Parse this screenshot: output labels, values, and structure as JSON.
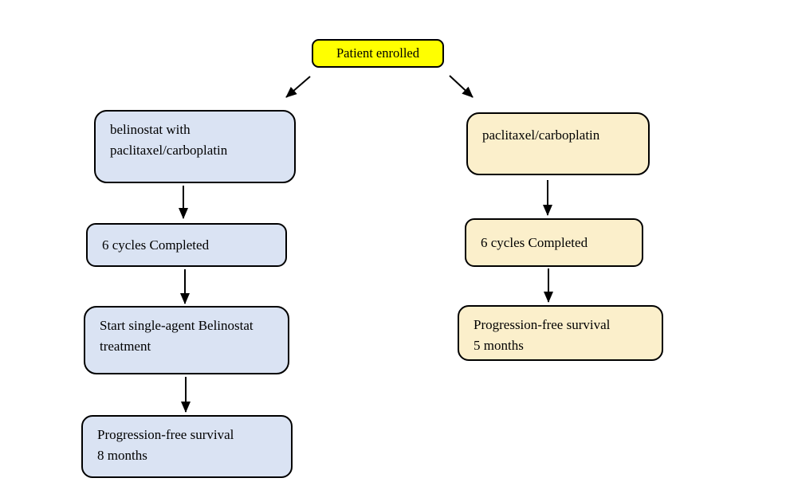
{
  "diagram": {
    "type": "flowchart",
    "root": {
      "label": "Patient enrolled"
    },
    "left_arm": {
      "treatment": {
        "label": "belinostat with\npaclitaxel/carboplatin"
      },
      "cycles": {
        "label": "6 cycles Completed"
      },
      "single_agent": {
        "label": "Start single-agent Belinostat\ntreatment"
      },
      "outcome": {
        "label": "Progression-free survival\n8 months"
      }
    },
    "right_arm": {
      "treatment": {
        "label": "paclitaxel/carboplatin"
      },
      "cycles": {
        "label": "6 cycles Completed"
      },
      "outcome": {
        "label": "Progression-free survival\n5 months"
      }
    },
    "edges": [
      "Patient enrolled -> belinostat with paclitaxel/carboplatin",
      "Patient enrolled -> paclitaxel/carboplatin",
      "belinostat with paclitaxel/carboplatin -> 6 cycles Completed",
      "6 cycles Completed -> Start single-agent Belinostat treatment",
      "Start single-agent Belinostat treatment -> Progression-free survival 8 months",
      "paclitaxel/carboplatin -> 6 cycles Completed",
      "6 cycles Completed -> Progression-free survival 5 months"
    ],
    "colors": {
      "root_fill": "#ffff00",
      "left_fill": "#dae3f3",
      "right_fill": "#fbefcb",
      "stroke": "#000000",
      "background": "#ffffff"
    }
  }
}
